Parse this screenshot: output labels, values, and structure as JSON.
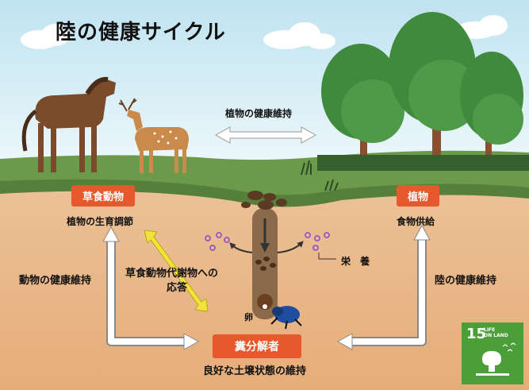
{
  "title": "陸の健康サイクル",
  "badges": {
    "herbivore": "草食動物",
    "plant": "植物",
    "decomposer": "糞分解者"
  },
  "labels": {
    "plant_health": "植物の健康維持",
    "plant_growth": "植物の生育調節",
    "food_supply": "食物供給",
    "animal_health": "動物の健康維持",
    "land_health": "陸の健康維持",
    "metabolite_response_1": "草食動物代謝物への",
    "metabolite_response_2": "応答",
    "nutrients": "栄　養",
    "egg": "卵",
    "soil": "良好な土壌状態の維持"
  },
  "sdg": {
    "number": "15",
    "line1": "LIFE",
    "line2": "ON LAND"
  },
  "colors": {
    "sky": "#d9eef6",
    "grass": "#6a9a4a",
    "soil": "#e9b98a",
    "accent": "#e8582c",
    "sdg_green": "#4c9f38",
    "yellow_arrow": "#f2e23a"
  }
}
